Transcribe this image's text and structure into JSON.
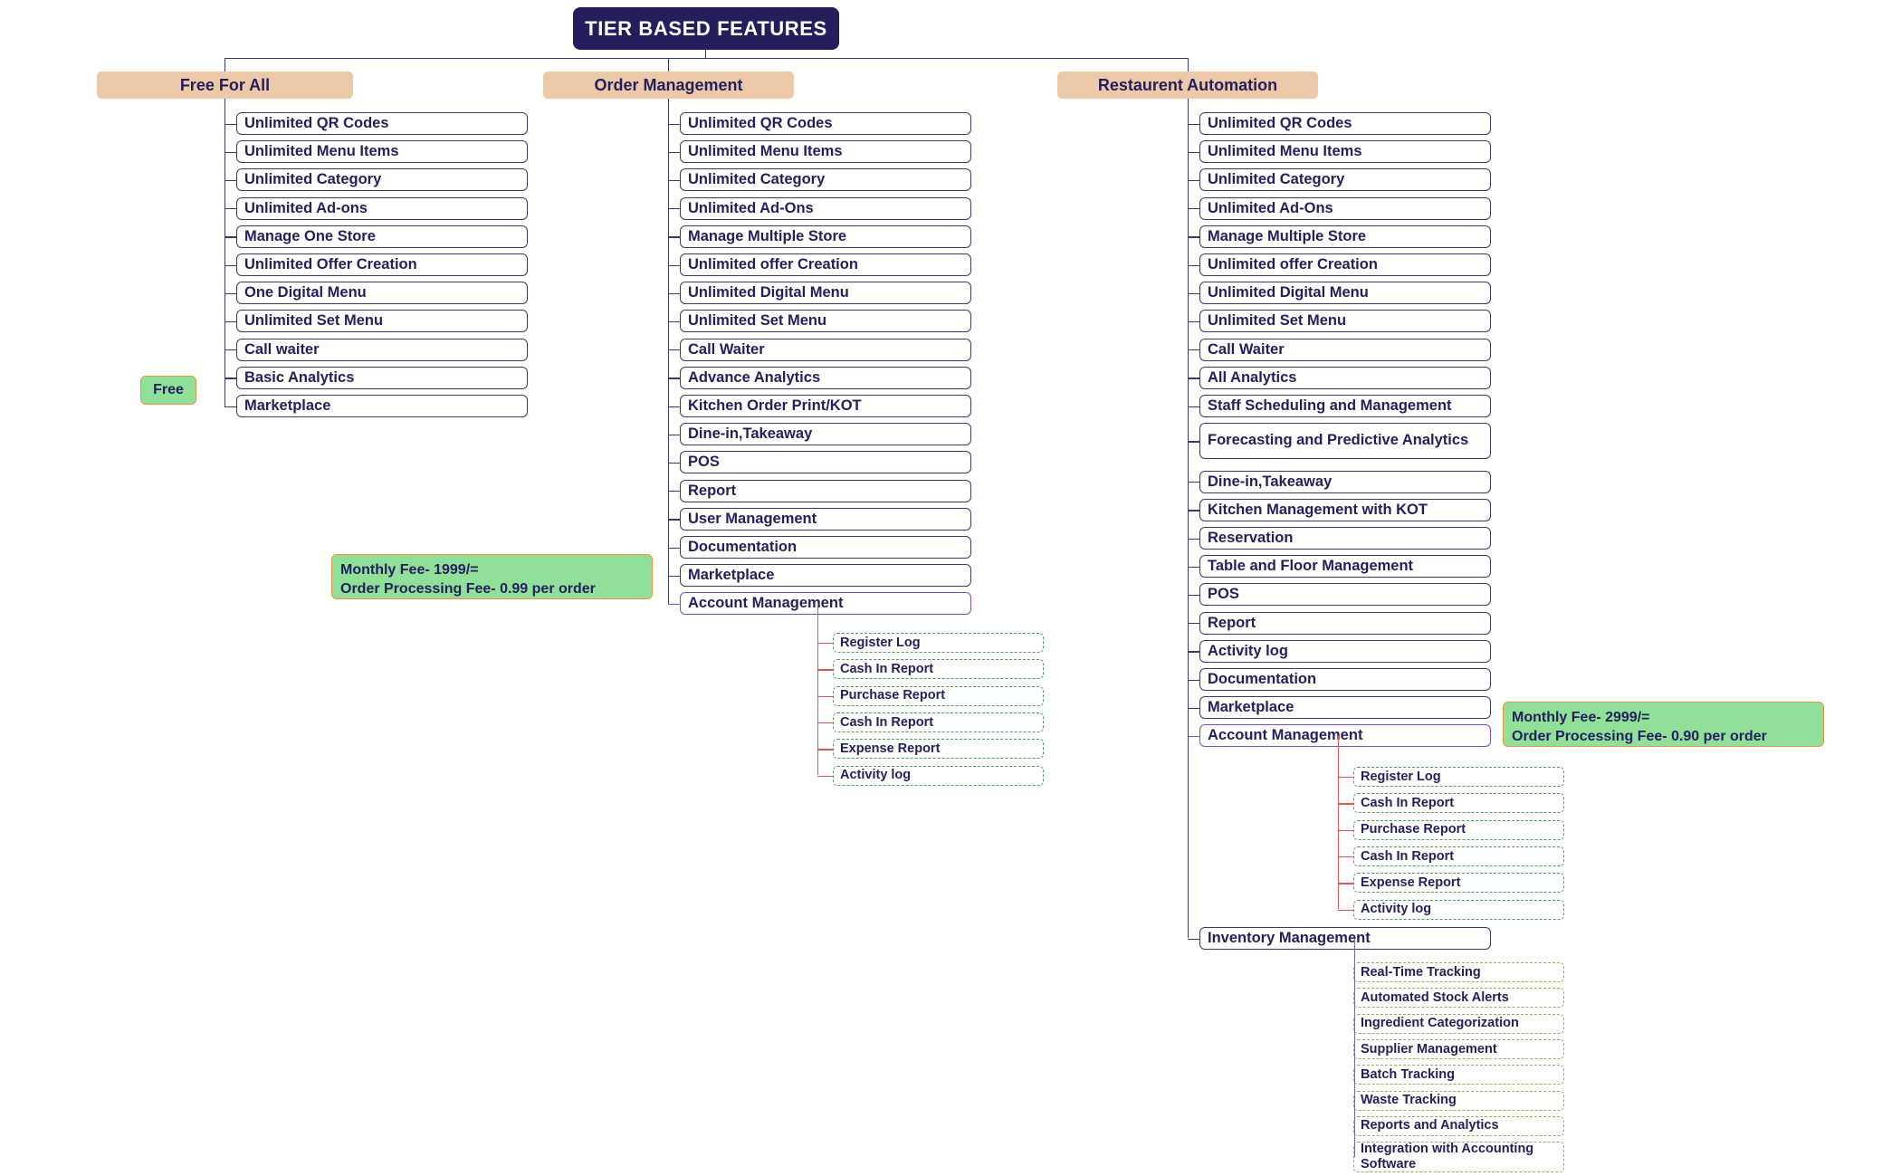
{
  "root": {
    "title": "TIER BASED FEATURES"
  },
  "tiers": [
    {
      "header": "Free For All",
      "badge": "Free",
      "items": [
        "Unlimited QR Codes",
        "Unlimited Menu Items",
        "Unlimited Category",
        "Unlimited Ad-ons",
        "Manage One Store",
        "Unlimited Offer Creation",
        "One Digital Menu",
        "Unlimited Set Menu",
        "Call waiter",
        "Basic Analytics",
        "Marketplace"
      ]
    },
    {
      "header": "Order Management",
      "badge": "Monthly Fee- 1999/=\nOrder Processing Fee- 0.99 per order",
      "items": [
        "Unlimited QR Codes",
        "Unlimited Menu Items",
        "Unlimited Category",
        "Unlimited Ad-Ons",
        "Manage Multiple Store",
        "Unlimited offer Creation",
        "Unlimited Digital Menu",
        "Unlimited Set Menu",
        "Call Waiter",
        "Advance Analytics",
        "Kitchen Order Print/KOT",
        "Dine-in,Takeaway",
        "POS",
        "Report",
        "User Management",
        "Documentation",
        "Marketplace",
        "Account Management"
      ],
      "account_sub": [
        "Register Log",
        "Cash In Report",
        "Purchase Report",
        "Cash In Report",
        "Expense Report",
        "Activity log"
      ]
    },
    {
      "header": "Restaurent Automation",
      "badge": "Monthly Fee- 2999/=\nOrder Processing Fee- 0.90 per order",
      "items": [
        "Unlimited QR Codes",
        "Unlimited Menu Items",
        "Unlimited Category",
        "Unlimited Ad-Ons",
        "Manage Multiple Store",
        "Unlimited offer Creation",
        "Unlimited Digital Menu",
        "Unlimited Set Menu",
        "Call Waiter",
        "All Analytics",
        "Staff Scheduling and Management",
        "Forecasting and Predictive Analytics",
        "Dine-in,Takeaway",
        "Kitchen Management with KOT",
        "Reservation",
        "Table and Floor Management",
        "POS",
        "Report",
        "Activity log",
        "Documentation",
        "Marketplace",
        "Account Management"
      ],
      "account_sub": [
        "Register Log",
        "Cash In Report",
        "Purchase Report",
        "Cash In Report",
        "Expense Report",
        "Activity log"
      ],
      "inventory_label": "Inventory Management",
      "inventory_sub": [
        "Real-Time Tracking",
        "Automated Stock Alerts",
        "Ingredient Categorization",
        "Supplier Management",
        "Batch Tracking",
        "Waste Tracking",
        "Reports and Analytics",
        "Integration with Accounting Software"
      ]
    }
  ],
  "colors": {
    "root_bg": "#241f5c",
    "tier_header_bg": "#ecc9a8",
    "box_border": "#3b3a6b",
    "leaf_border": "#4f9e58",
    "leaf_border_olive": "#9aa868",
    "note_bg": "#90e09a",
    "note_border": "#f0923e",
    "connector_red": "#e05555",
    "text": "#241f5c"
  }
}
